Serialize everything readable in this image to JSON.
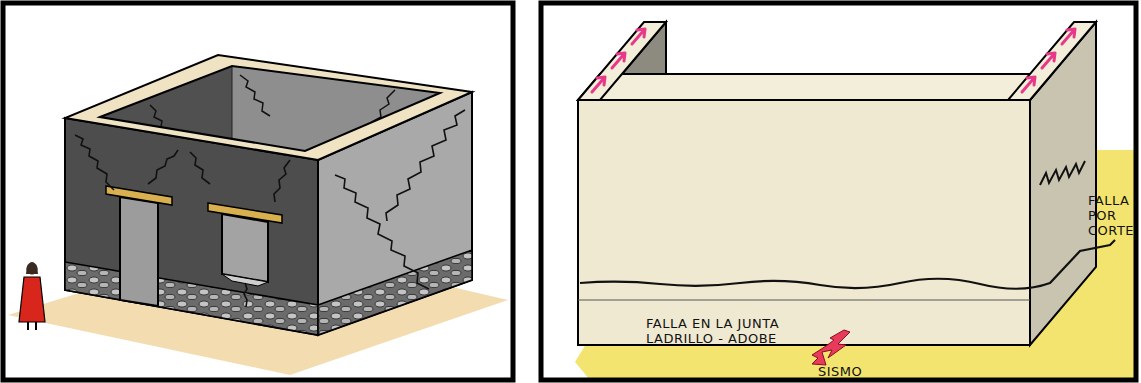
{
  "diagram": {
    "labels": [
      "FALLA EN LA JUNTA LADRILLO - ADOBE",
      "FALLA POR CORTE",
      "SISMO"
    ]
  }
}
